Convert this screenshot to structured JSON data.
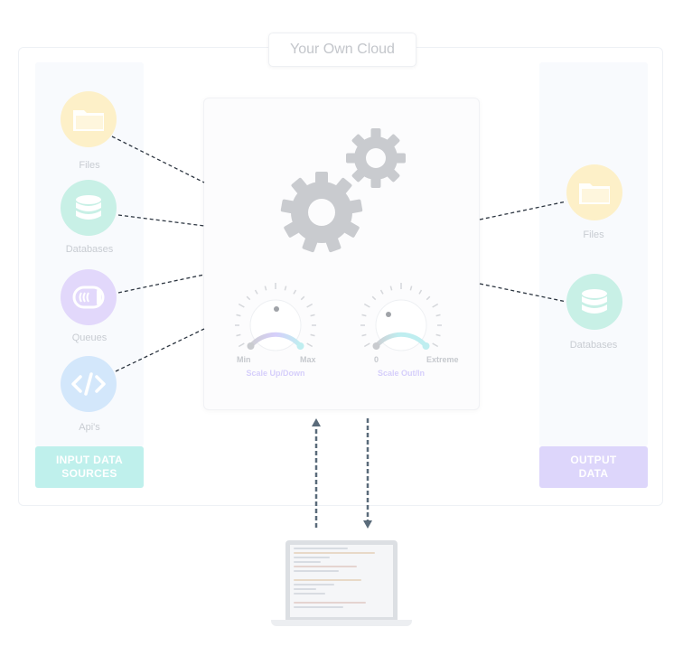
{
  "cloud": {
    "title": "Your Own Cloud"
  },
  "inputs": {
    "footer_line1": "INPUT DATA",
    "footer_line2": "SOURCES",
    "items": [
      {
        "label": "Files",
        "icon": "folder-icon",
        "color": "#fdf0c8"
      },
      {
        "label": "Databases",
        "icon": "database-icon",
        "color": "#c8f0e6"
      },
      {
        "label": "Queues",
        "icon": "queue-icon",
        "color": "#e2d8fb"
      },
      {
        "label": "Api's",
        "icon": "code-icon",
        "color": "#d3e7fb"
      }
    ]
  },
  "outputs": {
    "footer_line1": "OUTPUT",
    "footer_line2": "DATA",
    "items": [
      {
        "label": "Files",
        "icon": "folder-icon",
        "color": "#fdf0c8"
      },
      {
        "label": "Databases",
        "icon": "database-icon",
        "color": "#c8f0e6"
      }
    ]
  },
  "engine": {
    "icon": "gears-icon",
    "knobs": [
      {
        "min_label": "Min",
        "max_label": "Max",
        "title": "Scale Up/Down",
        "level": 0.45
      },
      {
        "min_label": "0",
        "max_label": "Extreme",
        "title": "Scale Out/In",
        "level": 0.2
      }
    ]
  },
  "laptop": {
    "icon": "laptop-icon"
  },
  "colors": {
    "connector": "#2c3540",
    "arrow": "#5a6b7a",
    "input_footer": "#bff0ec",
    "output_footer": "#ddd6fb",
    "gear": "#c9cbcf",
    "knob_arc_a": "#d6cffb",
    "knob_arc_b": "#bfeef0"
  }
}
